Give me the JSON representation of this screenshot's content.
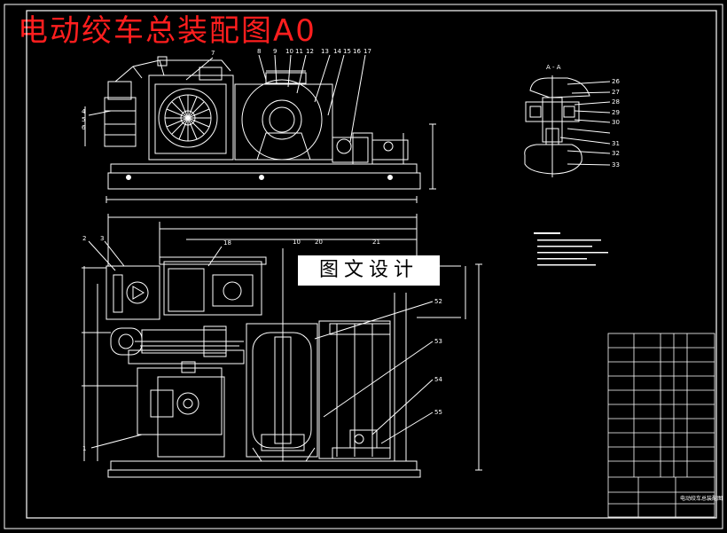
{
  "drawing": {
    "title": "电动绞车总装配图A0",
    "watermark": "图文设计",
    "section_label": "A - A",
    "callouts_top": [
      "7",
      "8",
      "9",
      "10",
      "11",
      "12",
      "13",
      "14",
      "15",
      "16",
      "17"
    ],
    "callouts_left": [
      "4",
      "5",
      "6",
      "2",
      "3",
      "1"
    ],
    "callouts_section": [
      "26",
      "27",
      "28",
      "29",
      "30",
      "31",
      "32",
      "33"
    ],
    "callouts_plan": [
      "18",
      "52",
      "53",
      "54",
      "55"
    ],
    "dims": [
      "10",
      "20",
      "21"
    ],
    "title_block_name": "电动绞车总装配图",
    "colors": {
      "background": "#000000",
      "lines": "#ffffff",
      "title": "#ff1e1e"
    }
  }
}
